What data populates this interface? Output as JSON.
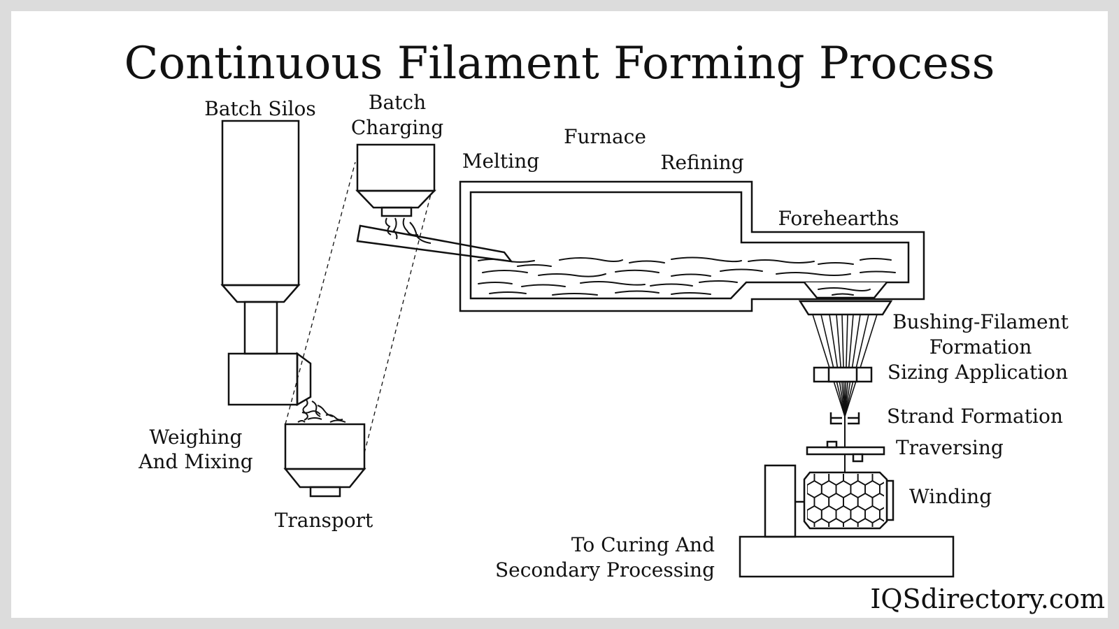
{
  "title": "Continuous Filament Forming Process",
  "labels": {
    "batch_silos": "Batch Silos",
    "batch_charging_1": "Batch",
    "batch_charging_2": "Charging",
    "furnace": "Furnace",
    "melting": "Melting",
    "refining": "Refining",
    "forehearths": "Forehearths",
    "bushing_1": "Bushing-Filament",
    "bushing_2": "Formation",
    "sizing": "Sizing Application",
    "strand": "Strand Formation",
    "traversing": "Traversing",
    "winding": "Winding",
    "weighing_1": "Weighing",
    "weighing_2": "And Mixing",
    "transport": "Transport",
    "curing_1": "To Curing And",
    "curing_2": "Secondary Processing"
  },
  "watermark": "IQSdirectory.com"
}
